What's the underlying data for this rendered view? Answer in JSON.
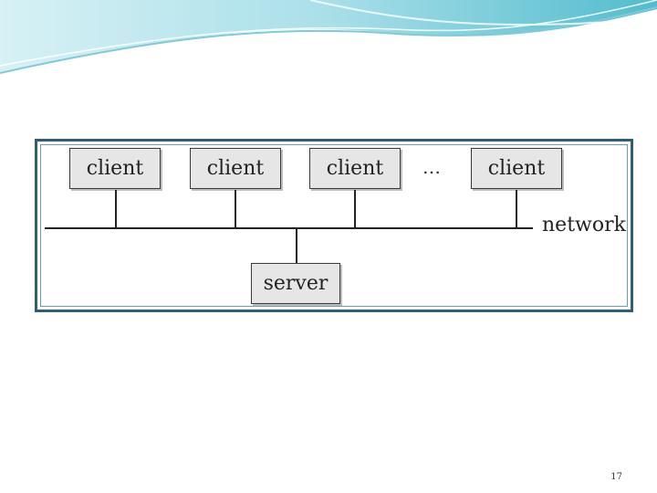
{
  "diagram": {
    "clients": [
      "client",
      "client",
      "client",
      "client"
    ],
    "ellipsis": "…",
    "network_label": "network",
    "server_label": "server"
  },
  "footer": {
    "page_number": "17"
  },
  "colors": {
    "frame_border": "#2f5f73",
    "node_fill": "#e6e6e6",
    "wave_light": "#bfe8ef",
    "wave_dark": "#4fb9cc"
  }
}
